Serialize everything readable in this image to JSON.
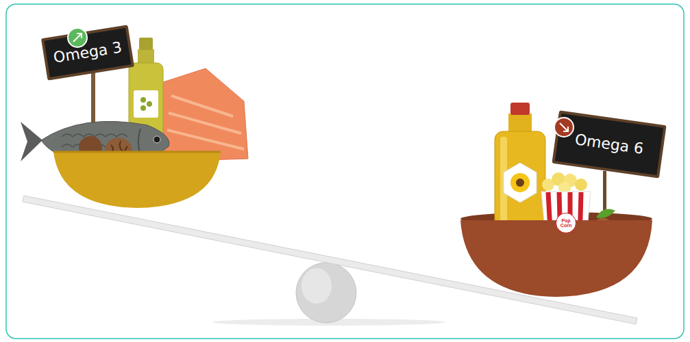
{
  "diagram": {
    "nodes": [
      {
        "text": [
          "Omega 3"
        ]
      },
      {
        "text": [
          "Omega 6"
        ]
      }
    ],
    "labels": [
      "Pop Corn"
    ]
  }
}
